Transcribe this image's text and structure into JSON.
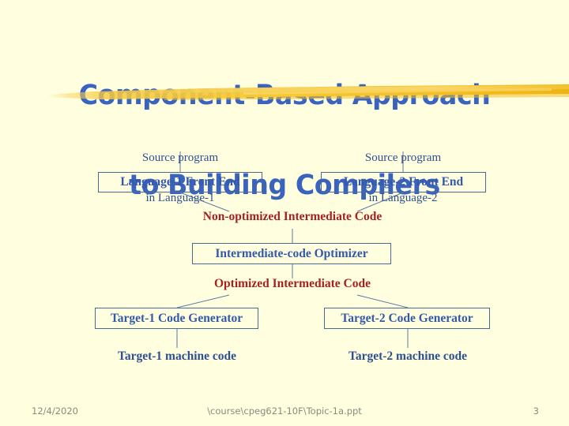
{
  "slide": {
    "background_color": "#ffffe0",
    "title_line_1": "Component-Based Approach",
    "title_line_2": "to Building Compilers",
    "title_color": "#3a63be",
    "accent_brush_color": "#f5c431"
  },
  "diagram": {
    "labels": {
      "source_1_line_1": "Source program",
      "source_1_line_2": "in Language-1",
      "source_2_line_1": "Source program",
      "source_2_line_2": "in Language-2",
      "non_optimized_ir": "Non-optimized Intermediate Code",
      "optimized_ir": "Optimized Intermediate Code",
      "target_1_machine_code": "Target-1 machine code",
      "target_2_machine_code": "Target-2 machine code"
    },
    "boxes": {
      "front_end_1": "Language-1 Front End",
      "front_end_2": "Language-2 Front End",
      "optimizer": "Intermediate-code Optimizer",
      "code_gen_1": "Target-1 Code Generator",
      "code_gen_2": "Target-2 Code Generator"
    },
    "colors": {
      "box_border": "#4a6a94",
      "box_text": "#3459a8",
      "label_text": "#2f4f8f",
      "ir_text": "#a52222",
      "connector": "#5a7aa4"
    }
  },
  "footer": {
    "date": "12/4/2020",
    "path": "\\course\\cpeg621-10F\\Topic-1a.ppt",
    "page_number": "3",
    "text_color": "#8a8a80"
  }
}
